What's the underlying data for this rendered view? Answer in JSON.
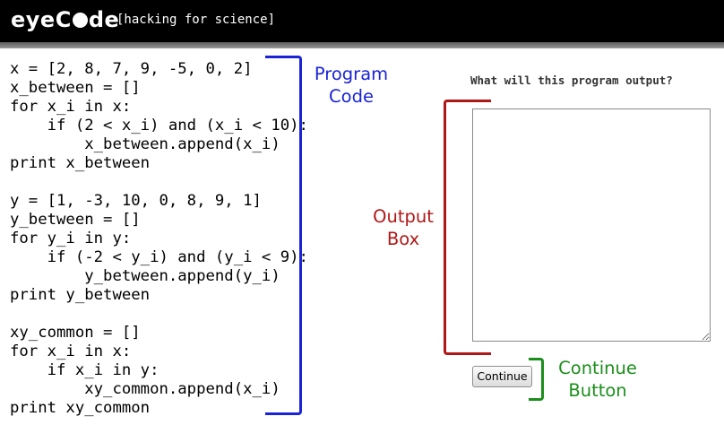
{
  "header": {
    "logo_before": "eyeC",
    "logo_after": "de",
    "tagline": "[hacking for science]"
  },
  "code_lines": [
    "x = [2, 8, 7, 9, -5, 0, 2]",
    "x_between = []",
    "for x_i in x:",
    "    if (2 < x_i) and (x_i < 10):",
    "        x_between.append(x_i)",
    "print x_between",
    "",
    "y = [1, -3, 10, 0, 8, 9, 1]",
    "y_between = []",
    "for y_i in y:",
    "    if (-2 < y_i) and (y_i < 9):",
    "        y_between.append(y_i)",
    "print y_between",
    "",
    "xy_common = []",
    "for x_i in x:",
    "    if x_i in y:",
    "        xy_common.append(x_i)",
    "print xy_common"
  ],
  "annotations": {
    "program_code": [
      "Program",
      "Code"
    ],
    "output_box": [
      "Output",
      "Box"
    ],
    "continue_button": [
      "Continue",
      "Button"
    ]
  },
  "question": "What will this program output?",
  "output_value": "",
  "continue_label": "Continue",
  "colors": {
    "code_annotation": "#1a24d6",
    "output_annotation": "#b01818",
    "continue_annotation": "#1b8f1b",
    "header_bg": "#000000"
  }
}
